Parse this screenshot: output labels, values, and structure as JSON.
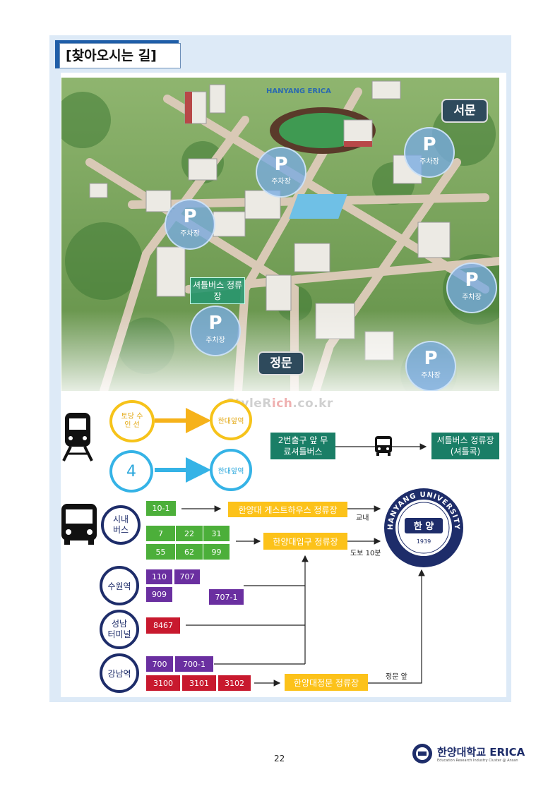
{
  "title": "[찾아오시는 길]",
  "map": {
    "campus_sign": "HANYANG ERICA",
    "west_gate": "서문",
    "main_gate": "정문",
    "shuttle_stop": "셔틀버스 정류장",
    "parking": [
      {
        "p": "P",
        "label": "주차장"
      },
      {
        "p": "P",
        "label": "주차장"
      },
      {
        "p": "P",
        "label": "주차장"
      },
      {
        "p": "P",
        "label": "주차장"
      },
      {
        "p": "P",
        "label": "주차장"
      },
      {
        "p": "P",
        "label": "주차장"
      }
    ]
  },
  "watermark": {
    "a": "StyleR",
    "b": "ich",
    "c": ".co.kr"
  },
  "train": {
    "line_suin": "토당 수인 선",
    "line_4": "4",
    "station_suin": "한대앞역",
    "station_4": "한대앞역",
    "exit_shuttle": "2번출구 앞 무료셔틀버스",
    "shuttle_stop": "셔틀버스 정류장 (셔틀콕)"
  },
  "bus": {
    "city_bus": "시내 버스",
    "routes_guest": [
      "10-1"
    ],
    "stop_guest": "한양대 게스트하우스 정류장",
    "note_guest": "교내",
    "routes_entrance": [
      "7",
      "22",
      "31",
      "55",
      "62",
      "99"
    ],
    "stop_entrance": "한양대입구 정류장",
    "note_entrance": "도보 10분",
    "suwon": "수원역",
    "suwon_routes": [
      "110",
      "707",
      "909",
      "707-1"
    ],
    "seongnam": "성남 터미널",
    "seongnam_routes": [
      "8467"
    ],
    "gangnam": "강남역",
    "gangnam_routes_purple": [
      "700",
      "700-1"
    ],
    "gangnam_routes_red": [
      "3100",
      "3101",
      "3102"
    ],
    "stop_main_gate": "한양대정문 정류장",
    "note_main_gate": "정문 앞"
  },
  "emblem": {
    "top": "HANYANG UNIVERSITY",
    "center": "한 양",
    "year": "1939"
  },
  "page_number": "22",
  "footer": {
    "name": "한양대학교 ERICA",
    "sub": "Education Research Industry Cluster @ Ansan"
  },
  "colors": {
    "green": "#4caf3a",
    "purple": "#6a2fa0",
    "red": "#c8192e",
    "yellow": "#fcc21a",
    "navy": "#1e2d6a",
    "teal": "#1a7e66"
  }
}
